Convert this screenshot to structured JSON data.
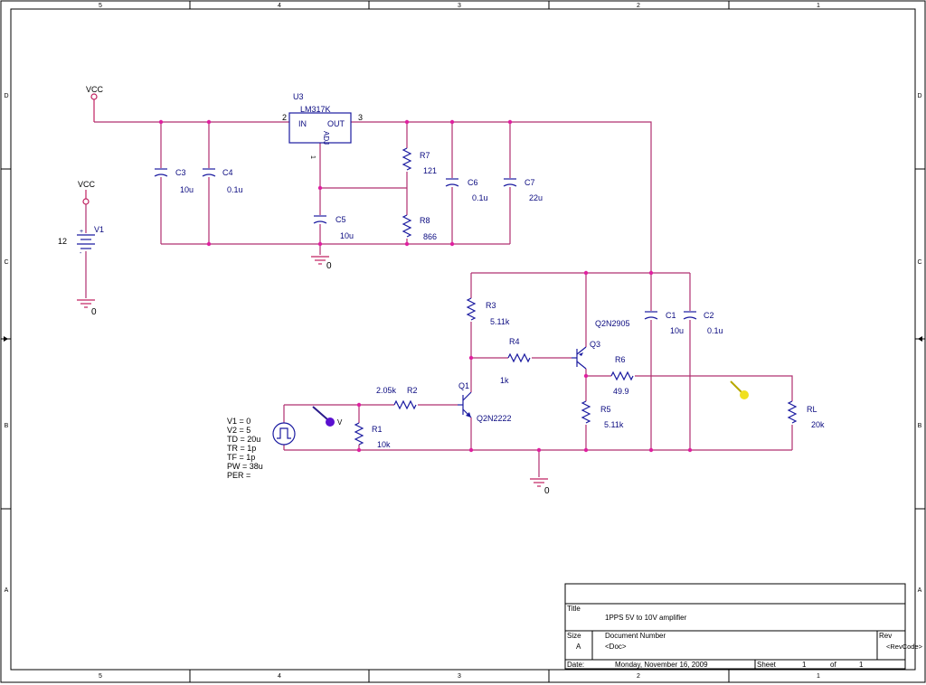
{
  "frame": {
    "cols": [
      "5",
      "4",
      "3",
      "2",
      "1"
    ],
    "rows": [
      "D",
      "C",
      "B",
      "A"
    ]
  },
  "title_block": {
    "title_label": "Title",
    "title": "1PPS 5V to 10V amplifier",
    "size_label": "Size",
    "size": "A",
    "doc_label": "Document Number",
    "doc": "<Doc>",
    "rev_label": "Rev",
    "rev": "<RevCode>",
    "date_label": "Date:",
    "date": "Monday, November 16, 2009",
    "sheet_label": "Sheet",
    "sheet": "1",
    "of_label": "of",
    "sheets": "1"
  },
  "labels": {
    "vcc_top": "VCC",
    "vcc_bat": "VCC",
    "v1": "V1",
    "v1_value": "12",
    "gnd_bat": "0",
    "gnd_reg": "0",
    "gnd_main": "0",
    "u3": "U3",
    "u3_part": "LM317K",
    "u3_in": "IN",
    "u3_out": "OUT",
    "u3_adj": "ADJ",
    "pin2": "2",
    "pin3": "3",
    "pin1": "1",
    "c3": "C3",
    "c3_v": "10u",
    "c4": "C4",
    "c4_v": "0.1u",
    "c5": "C5",
    "c5_v": "10u",
    "c6": "C6",
    "c6_v": "0.1u",
    "c7": "C7",
    "c7_v": "22u",
    "r7": "R7",
    "r7_v": "121",
    "r8": "R8",
    "r8_v": "866",
    "r3": "R3",
    "r3_v": "5.11k",
    "r4": "R4",
    "r4_v": "1k",
    "q3": "Q3",
    "q3_part": "Q2N2905",
    "q1": "Q1",
    "q1_part": "Q2N2222",
    "c1": "C1",
    "c1_v": "10u",
    "c2": "C2",
    "c2_v": "0.1u",
    "r6": "R6",
    "r6_v": "49.9",
    "r5": "R5",
    "r5_v": "5.11k",
    "rl": "RL",
    "rl_v": "20k",
    "r2": "R2",
    "r2_v": "2.05k",
    "r1": "R1",
    "r1_v": "10k",
    "probe_v": "V"
  },
  "source_params": [
    "V1 = 0",
    "V2 = 5",
    "TD = 20u",
    "TR = 1p",
    "TF = 1p",
    "PW = 38u",
    "PER ="
  ]
}
